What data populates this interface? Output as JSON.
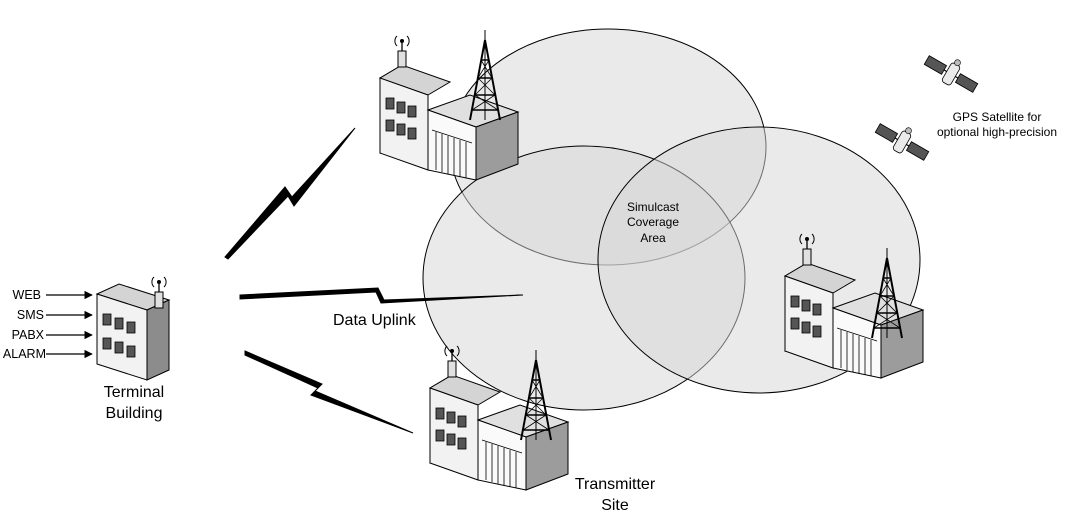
{
  "inputs": [
    "WEB",
    "SMS",
    "PABX",
    "ALARM"
  ],
  "terminal": {
    "line1": "Terminal",
    "line2": "Building"
  },
  "uplink_label": "Data Uplink",
  "overlap_label": {
    "line1": "Simulcast",
    "line2": "Coverage",
    "line3": "Area"
  },
  "gps_label": {
    "line1": "GPS Satellite for",
    "line2": "optional high-precision"
  },
  "transmitter_label": {
    "line1": "Transmitter",
    "line2": "Site"
  }
}
